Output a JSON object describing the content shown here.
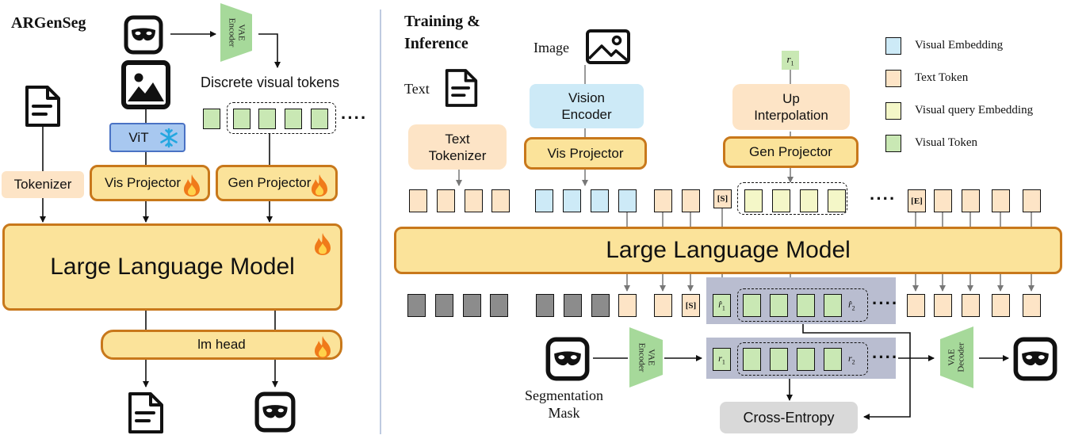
{
  "left": {
    "title": "ARGenSeg",
    "vae_encoder": "VAE\nEncoder",
    "discrete_tokens": "Discrete visual tokens",
    "ellipsis": "····",
    "vit": "ViT",
    "tokenizer": "Tokenizer",
    "vis_projector": "Vis Projector",
    "gen_projector": "Gen Projector",
    "llm": "Large Language Model",
    "lm_head": "lm head"
  },
  "right": {
    "title_line1": "Training &",
    "title_line2": "Inference",
    "image_label": "Image",
    "text_label": "Text",
    "r1_top": "r",
    "r1_sub": "1",
    "vision_encoder": "Vision\nEncoder",
    "up_interpolation": "Up\nInterpolation",
    "text_tokenizer": "Text\nTokenizer",
    "vis_projector": "Vis Projector",
    "gen_projector": "Gen Projector",
    "token_S": "[S]",
    "token_E": "[E]",
    "ellipsis": "····",
    "llm": "Large Language Model",
    "out_S": "[S]",
    "rhat1": "r̂",
    "rhat1_sub": "1",
    "rhat2": "r̂",
    "rhat2_sub": "2",
    "vae_encoder": "VAE\nEncoder",
    "vae_decoder": "VAE\nDecoder",
    "gt_r1": "r",
    "gt_r1_sub": "1",
    "gt_r2": "r",
    "gt_r2_sub": "2",
    "seg_mask": "Segmentation\nMask",
    "cross_entropy": "Cross-Entropy"
  },
  "legend": [
    {
      "label": "Visual Embedding",
      "color": "#cdeaf7"
    },
    {
      "label": "Text Token",
      "color": "#fde4c6"
    },
    {
      "label": "Visual query Embedding",
      "color": "#f4f7c8"
    },
    {
      "label": "Visual Token",
      "color": "#c9e8b4"
    }
  ],
  "colors": {
    "orange_fill": "#fde4c6",
    "yellow_fill": "#fbe39a",
    "yellow_border": "#c8781b",
    "blue_fill": "#cdeaf7",
    "green_token": "#c9e8b4",
    "query_token": "#f4f7c8",
    "grey_token": "#8c8c8c",
    "panel_grey": "#b9bdd0",
    "vae_green": "#a6d99a",
    "divider": "#a9b8d6"
  },
  "icons": {
    "mask": "mask-icon",
    "image": "image-icon",
    "document": "document-icon",
    "snowflake": "snowflake-icon",
    "flame": "flame-icon"
  }
}
